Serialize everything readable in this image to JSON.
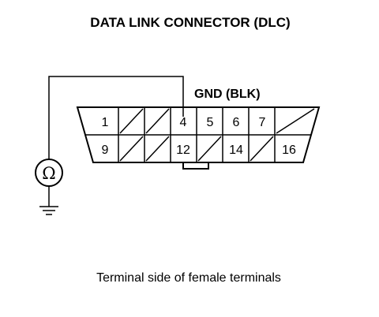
{
  "diagram": {
    "title": "DATA LINK CONNECTOR (DLC)",
    "ground_label": "GND (BLK)",
    "meter_symbol": "Ω",
    "caption": "Terminal side of female terminals",
    "top_row": [
      "1",
      "",
      "",
      "4",
      "5",
      "6",
      "7",
      ""
    ],
    "bottom_row": [
      "9",
      "",
      "",
      "12",
      "",
      "14",
      "",
      "16"
    ],
    "probe_terminal": "4"
  }
}
